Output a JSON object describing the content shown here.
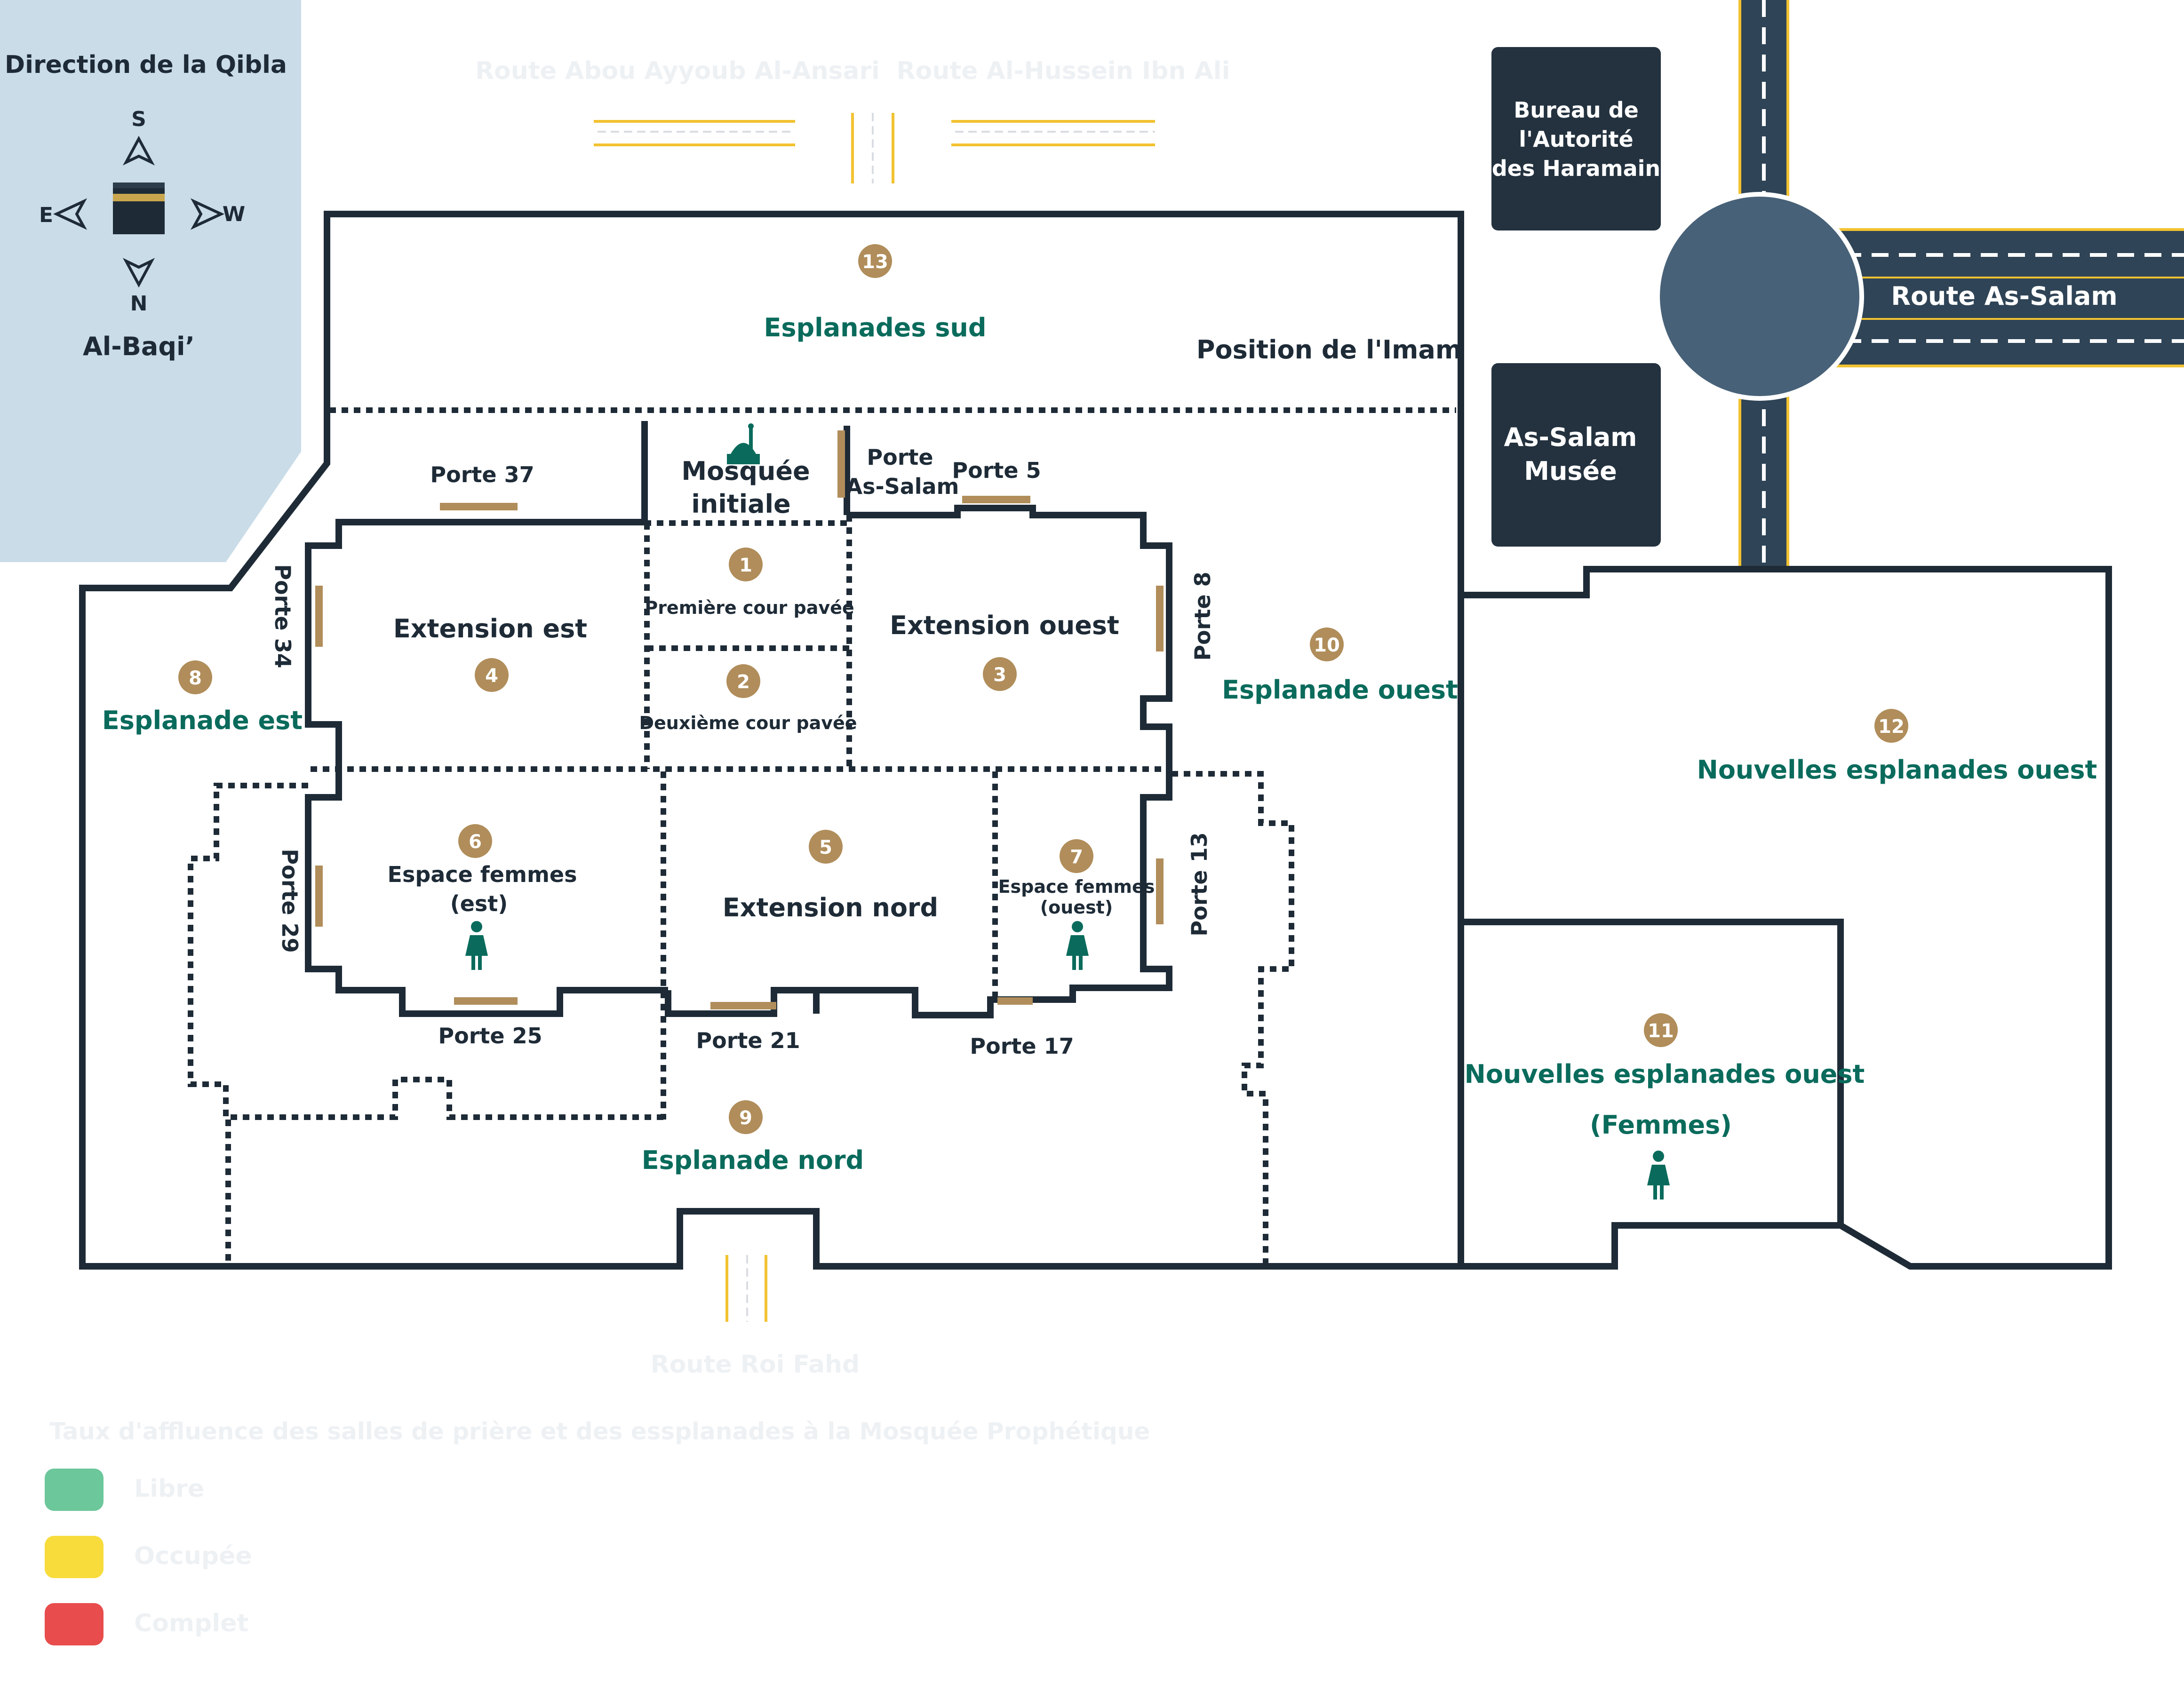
{
  "compass": {
    "title": "Direction de la Qibla",
    "south": "S",
    "north": "N",
    "east": "E",
    "west": "W",
    "subtitle": "Al-Baqi’",
    "icon": "kaaba-icon"
  },
  "roads": {
    "abou_ayyoub": "Route Abou Ayyoub Al-Ansari",
    "al_hussein": "Route Al-Hussein Ibn Ali",
    "as_salam": "Route As-Salam",
    "roi_fahd": "Route Roi Fahd"
  },
  "buildings": {
    "bureau": [
      "Bureau de",
      "l'Autorité",
      "des Haramain"
    ],
    "musee": [
      "As-Salam",
      "Musée"
    ]
  },
  "labels": {
    "imam": "Position de l'Imam",
    "mosquee_initiale": [
      "Mosquée",
      "initiale"
    ]
  },
  "zones": [
    {
      "num": "1",
      "name": "Première cour pavée"
    },
    {
      "num": "2",
      "name": "Deuxième cour pavée"
    },
    {
      "num": "3",
      "name": "Extension ouest"
    },
    {
      "num": "4",
      "name": "Extension est"
    },
    {
      "num": "5",
      "name": "Extension nord"
    },
    {
      "num": "6",
      "name": [
        "Espace femmes",
        "(est)"
      ]
    },
    {
      "num": "7",
      "name": [
        "Espace femmes",
        "(ouest)"
      ]
    },
    {
      "num": "8",
      "name": "Esplanade est"
    },
    {
      "num": "9",
      "name": "Esplanade nord"
    },
    {
      "num": "10",
      "name": "Esplanade ouest"
    },
    {
      "num": "11",
      "name": [
        "Nouvelles esplanades ouest",
        "(Femmes)"
      ]
    },
    {
      "num": "12",
      "name": "Nouvelles esplanades ouest"
    },
    {
      "num": "13",
      "name": "Esplanades sud"
    }
  ],
  "gates": {
    "porte_37": "Porte 37",
    "porte_as_salam": [
      "Porte",
      "As-Salam"
    ],
    "porte_5": "Porte 5",
    "porte_34": "Porte 34",
    "porte_8": "Porte 8",
    "porte_29": "Porte 29",
    "porte_13": "Porte 13",
    "porte_25": "Porte 25",
    "porte_21": "Porte 21",
    "porte_17": "Porte 17"
  },
  "legend": {
    "title": "Taux d'affluence des salles de prière  et des essplanades  à la Mosquée Prophétique",
    "items": [
      {
        "label": "Libre",
        "color": "#6cc79b"
      },
      {
        "label": "Occupée",
        "color": "#f7dc3c"
      },
      {
        "label": "Complet",
        "color": "#e84c4c"
      }
    ]
  },
  "colors": {
    "wall": "#1e2b37",
    "zone_text": "#0a6b5c",
    "badge": "#b08d5a",
    "compass_panel": "#c9dce8",
    "roundabout": "#476178"
  },
  "icons": {
    "women": "woman-icon",
    "mosque": "mosque-icon"
  }
}
